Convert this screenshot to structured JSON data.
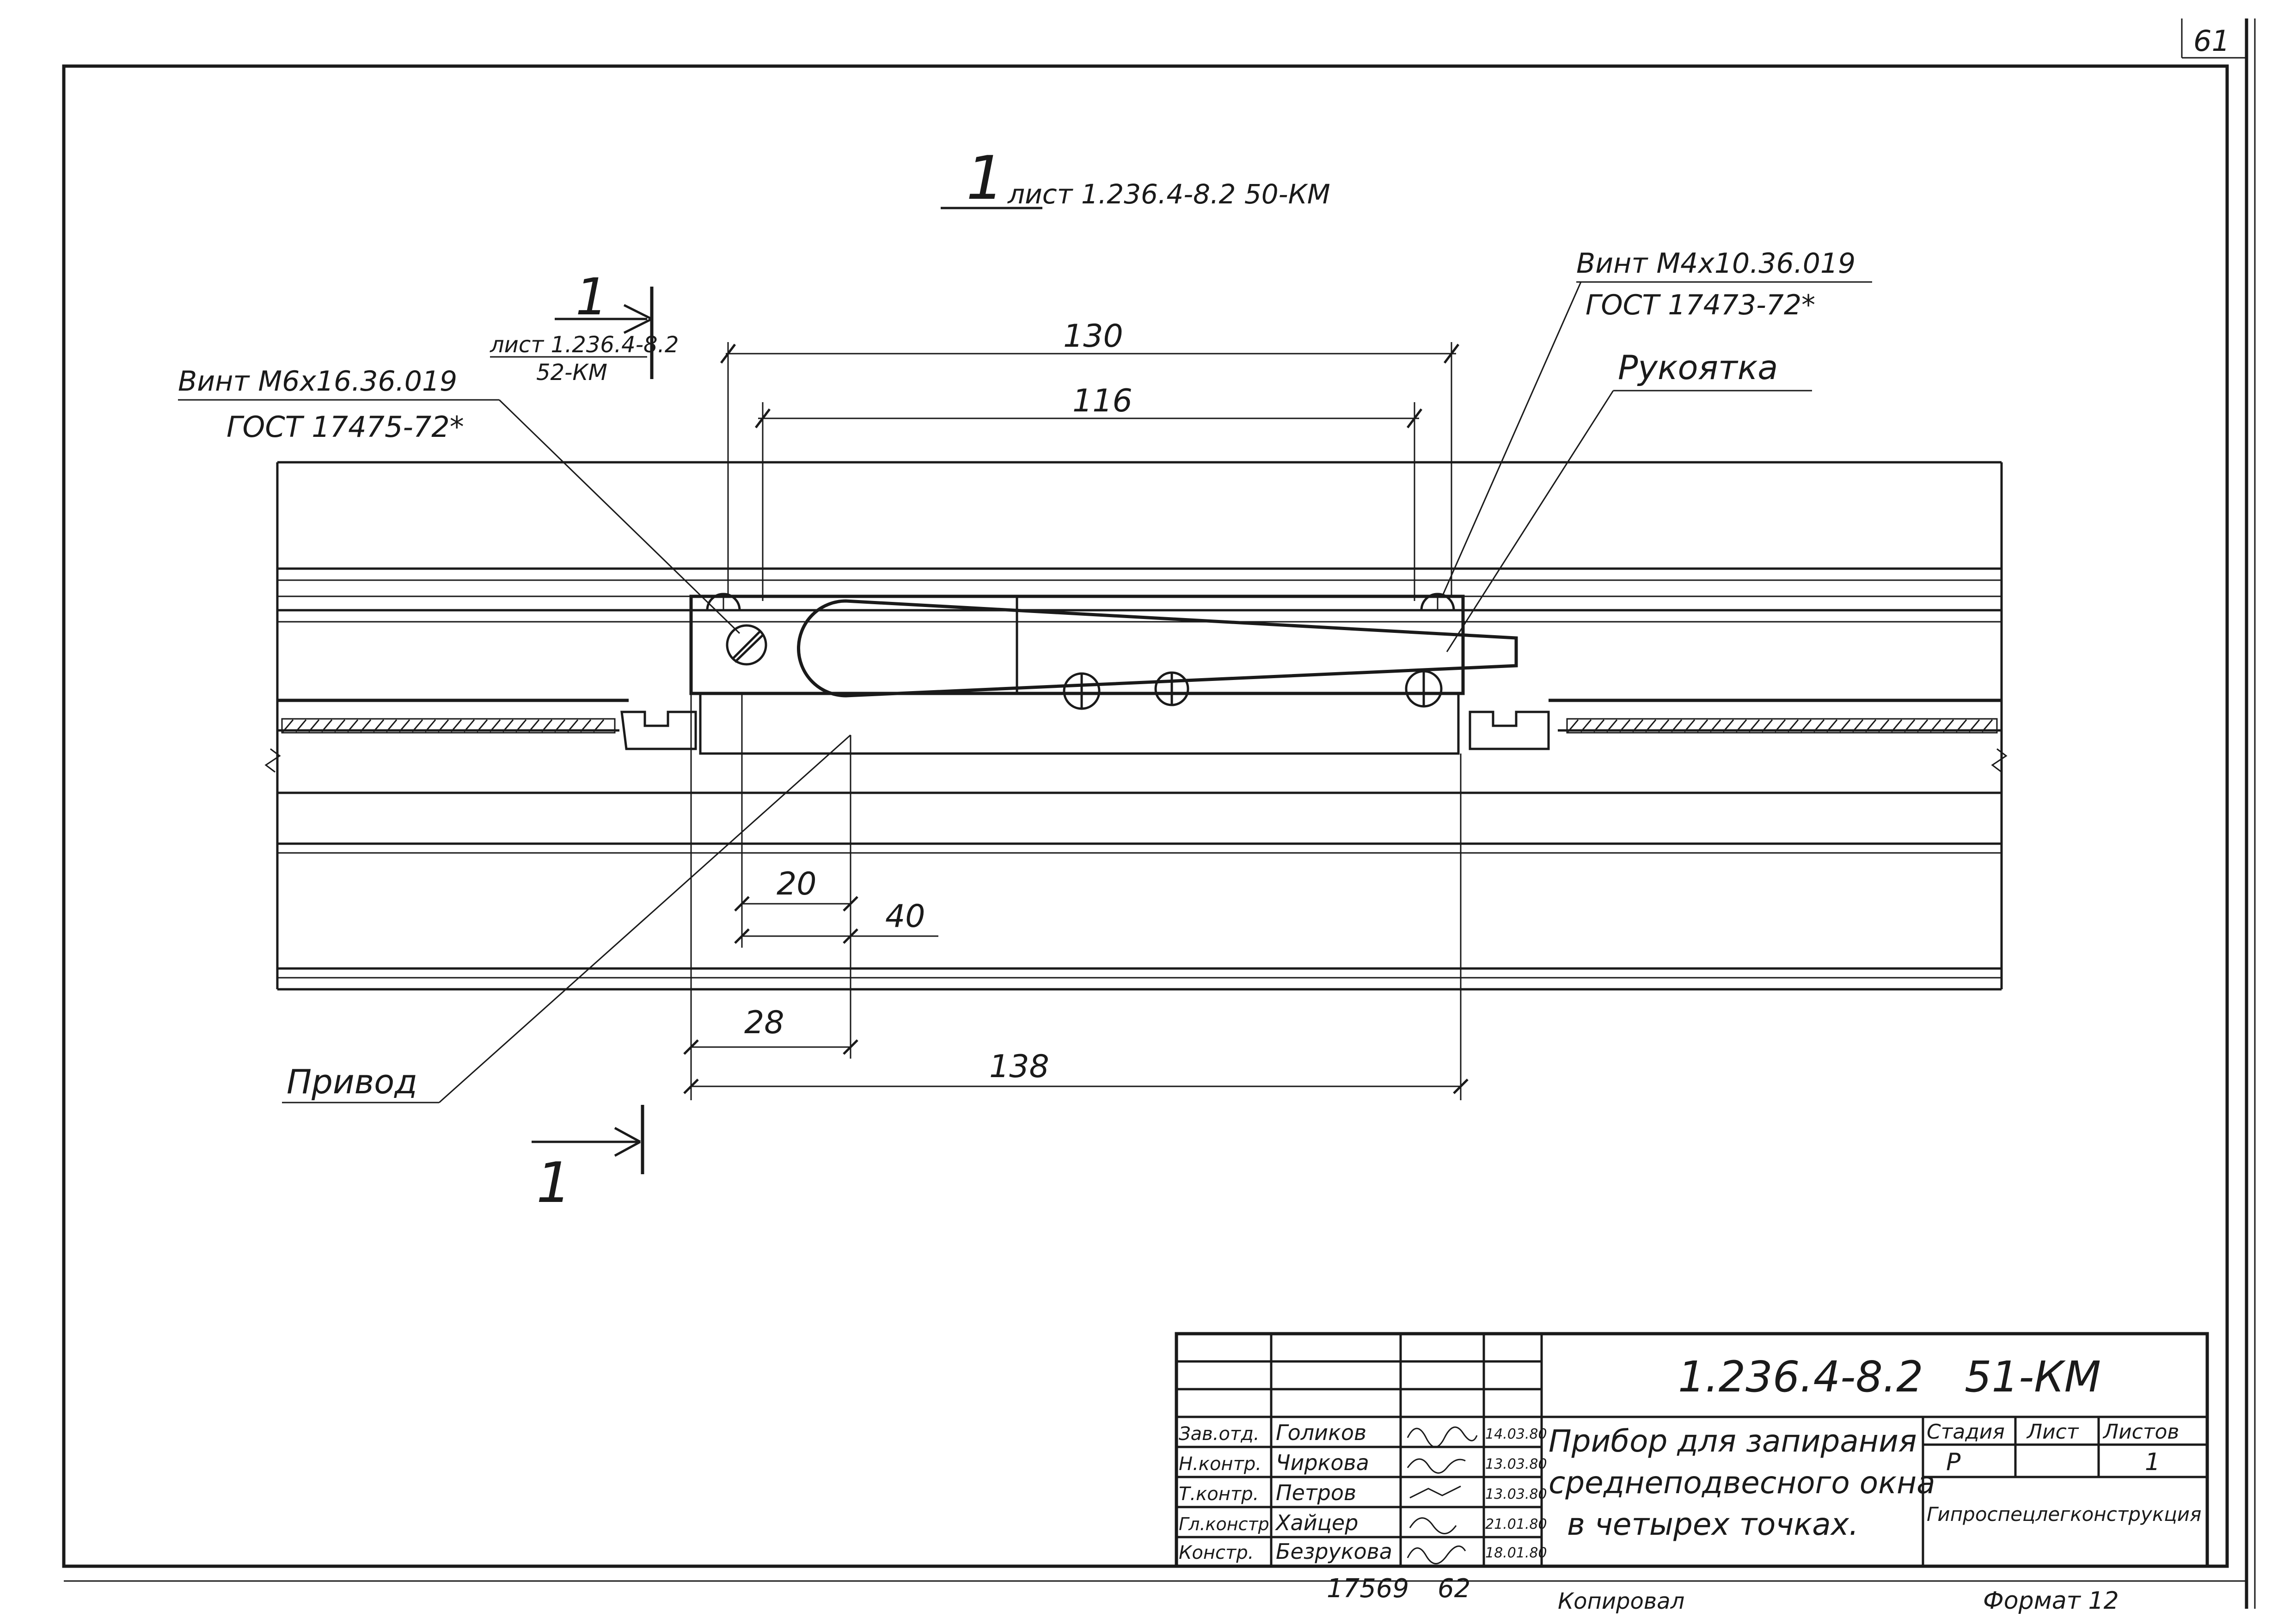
{
  "sheet_number": "61",
  "section_ref": {
    "mark": "1",
    "text": "лист 1.236.4-8.2 50-КМ"
  },
  "section_arrow_top": {
    "mark": "1",
    "line1": "лист 1.236.4-8.2",
    "line2": "52-КМ"
  },
  "section_arrow_bottom": {
    "mark": "1"
  },
  "callouts": {
    "screw_m6": {
      "line1": "Винт М6х16.36.019",
      "line2": "ГОСТ 17475-72*"
    },
    "screw_m4": {
      "line1": "Винт М4х10.36.019",
      "line2": "ГОСТ 17473-72*"
    },
    "handle": "Рукоятка",
    "drive": "Привод"
  },
  "dimensions": {
    "d130": "130",
    "d116": "116",
    "d20": "20",
    "d40": "40",
    "d28": "28",
    "d138": "138"
  },
  "title_block": {
    "code": "1.236.4-8.2",
    "sheet_code": "51-КМ",
    "title_line1": "Прибор для запирания",
    "title_line2": "среднеподвесного окна",
    "title_line3": "в четырех точках.",
    "col_stage": "Стадия",
    "col_sheet": "Лист",
    "col_sheets": "Листов",
    "val_stage": "Р",
    "val_sheets": "1",
    "organization": "Гипроспецлегконструкция",
    "people": [
      {
        "role": "Зав.отд.",
        "name": "Голиков",
        "date": "14.03.80"
      },
      {
        "role": "Н.контр.",
        "name": "Чиркова",
        "date": "13.03.80"
      },
      {
        "role": "Т.контр.",
        "name": "Петров",
        "date": "13.03.80"
      },
      {
        "role": "Гл.констр.",
        "name": "Хайцер",
        "date": "21.01.80"
      },
      {
        "role": "Констр.",
        "name": "Безрукова",
        "date": "18.01.80"
      }
    ]
  },
  "footer": {
    "inv_number": "17569",
    "page": "62",
    "copied": "Копировал",
    "format": "Формат 12"
  }
}
